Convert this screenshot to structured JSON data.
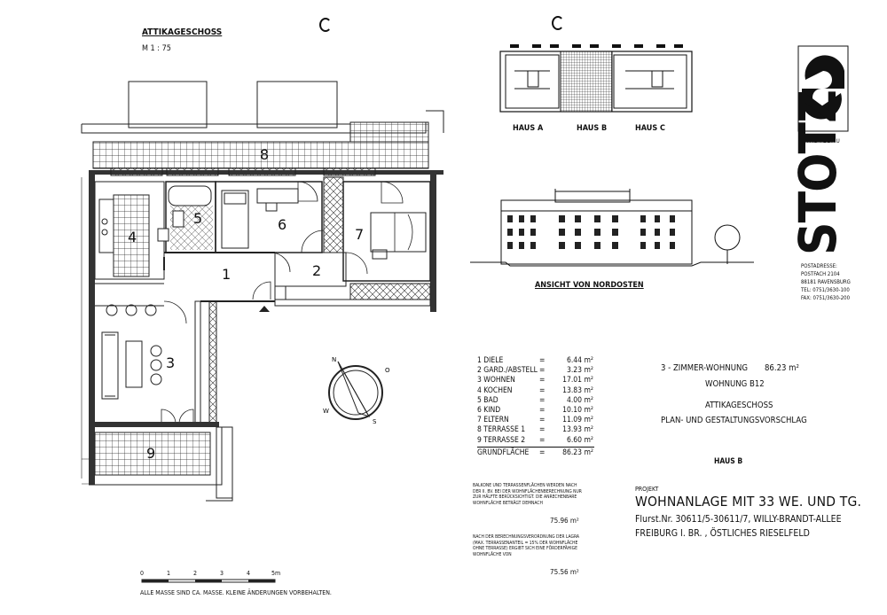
{
  "drawing": {
    "floor_title": "ATTIKAGESCHOSS",
    "scale": "M 1 : 75",
    "rooms": [
      {
        "num": "1"
      },
      {
        "num": "2"
      },
      {
        "num": "3"
      },
      {
        "num": "4"
      },
      {
        "num": "5"
      },
      {
        "num": "6"
      },
      {
        "num": "7"
      },
      {
        "num": "8"
      },
      {
        "num": "9"
      }
    ],
    "scalebar_ticks": [
      "0",
      "1",
      "2",
      "3",
      "4",
      "5m"
    ],
    "footnote": "ALLE MASSE SIND CA. MASSE.  KLEINE ÄNDERUNGEN VORBEHALTEN."
  },
  "site_plan": {
    "houses": [
      "HAUS A",
      "HAUS B",
      "HAUS C"
    ],
    "elevation_caption": "ANSICHT VON NORDOSTEN"
  },
  "areas": {
    "rows": [
      {
        "name": "1 DIELE",
        "eq": "=",
        "val": "6.44",
        "unit": "m²"
      },
      {
        "name": "2 GARD./ABSTELL",
        "eq": "=",
        "val": "3.23",
        "unit": "m²"
      },
      {
        "name": "3 WOHNEN",
        "eq": "=",
        "val": "17.01",
        "unit": "m²"
      },
      {
        "name": "4 KOCHEN",
        "eq": "=",
        "val": "13.83",
        "unit": "m²"
      },
      {
        "name": "5 BAD",
        "eq": "=",
        "val": "4.00",
        "unit": "m²"
      },
      {
        "name": "6 KIND",
        "eq": "=",
        "val": "10.10",
        "unit": "m²"
      },
      {
        "name": "7 ELTERN",
        "eq": "=",
        "val": "11.09",
        "unit": "m²"
      },
      {
        "name": "8 TERRASSE 1",
        "eq": "=",
        "val": "13.93",
        "unit": "m²"
      },
      {
        "name": "9 TERRASSE 2",
        "eq": "=",
        "val": "6.60",
        "unit": "m²"
      }
    ],
    "total_label": "GRUNDFLÄCHE",
    "total_eq": "=",
    "total_val": "86.23",
    "total_unit": "m²",
    "note1": "BALKONE UND TERRASSENFLÄCHEN WERDEN NACH DER II. BV. BEI DER WOHNFLÄCHENBERECHNUNG NUR ZUR HÄLFTE BERÜCKSICHTIGT. DIE ANRECHENBARE WOHNFLÄCHE BETRÄGT DEMNACH",
    "note1_val": "75.96  m²",
    "note2": "NACH DER BERECHNUNGSVERORDNUNG DER LAGRA (MAX. TERRASSENANTEIL = 15% DER WOHNFLÄCHE OHNE TERRASSE) ERGIBT SICH EINE FÖRDERFÄHIGE WOHNFLÄCHE VON",
    "note2_val": "75.56  m²"
  },
  "unit_info": {
    "type": "3 - ZIMMER-WOHNUNG",
    "type_area": "86.23  m²",
    "unit": "WOHNUNG B12",
    "floor": "ATTIKAGESCHOSS",
    "subtitle": "PLAN- UND GESTALTUNGSVORSCHLAG",
    "house": "HAUS B"
  },
  "project": {
    "label": "PROJEKT",
    "title": "WOHNANLAGE MIT 33 WE. UND TG.",
    "line1": "Flurst.Nr. 30611/5-30611/7, WILLY-BRANDT-ALLEE",
    "line2": "FREIBURG I. BR. , ÖSTLICHES RIESELFELD"
  },
  "firm": {
    "name": "STOTZ",
    "sub": "STÄDTEBAU",
    "address": [
      "POSTADRESSE:",
      "POSTFACH 2104",
      "88181 RAVENSBURG",
      "TEL: 0751/3630-100",
      "FAX: 0751/3630-200"
    ]
  }
}
